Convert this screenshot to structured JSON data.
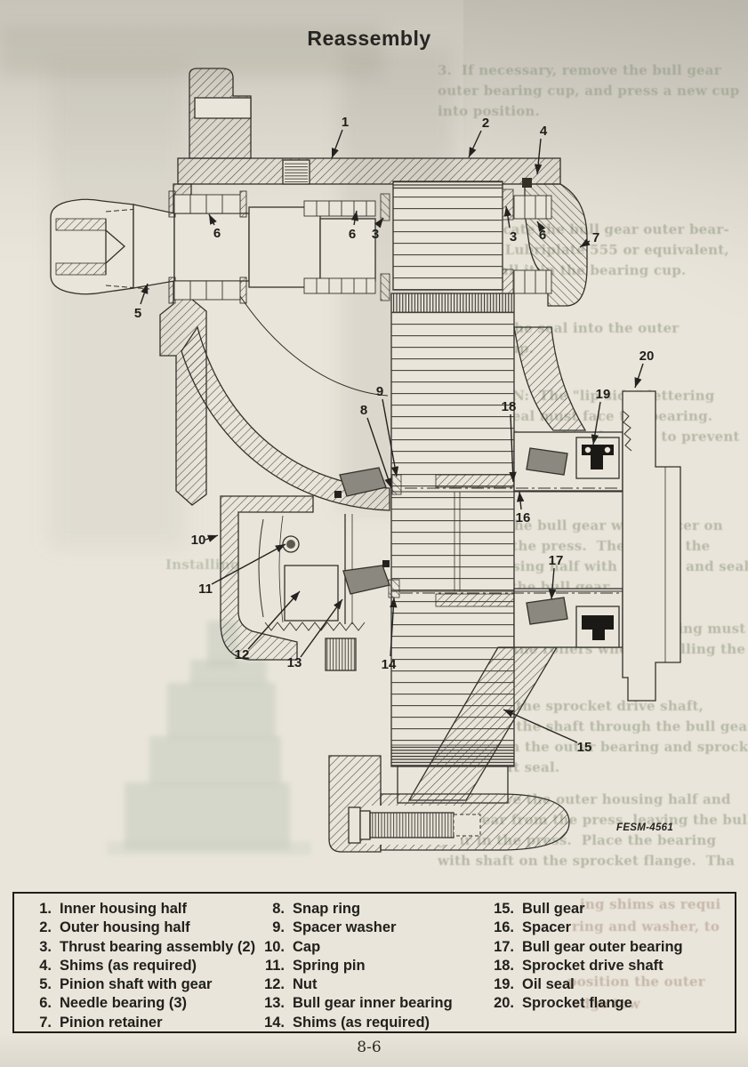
{
  "page": {
    "title": "Reassembly",
    "page_number": "8-6",
    "figure_code": "FESM-4561"
  },
  "legend": {
    "columns": [
      {
        "items": [
          {
            "num": "1.",
            "label": "Inner housing half"
          },
          {
            "num": "2.",
            "label": "Outer housing half"
          },
          {
            "num": "3.",
            "label": "Thrust bearing assembly (2)"
          },
          {
            "num": "4.",
            "label": "Shims (as required)"
          },
          {
            "num": "5.",
            "label": "Pinion shaft with gear"
          },
          {
            "num": "6.",
            "label": "Needle bearing (3)"
          },
          {
            "num": "7.",
            "label": "Pinion retainer"
          }
        ]
      },
      {
        "items": [
          {
            "num": "8.",
            "label": "Snap ring"
          },
          {
            "num": "9.",
            "label": "Spacer washer"
          },
          {
            "num": "10.",
            "label": "Cap"
          },
          {
            "num": "11.",
            "label": "Spring pin"
          },
          {
            "num": "12.",
            "label": "Nut"
          },
          {
            "num": "13.",
            "label": "Bull gear inner bearing"
          },
          {
            "num": "14.",
            "label": "Shims (as required)"
          }
        ]
      },
      {
        "items": [
          {
            "num": "15.",
            "label": "Bull gear"
          },
          {
            "num": "16.",
            "label": "Spacer"
          },
          {
            "num": "17.",
            "label": "Bull gear outer bearing"
          },
          {
            "num": "18.",
            "label": "Sprocket drive shaft"
          },
          {
            "num": "19.",
            "label": "Oil seal"
          },
          {
            "num": "20.",
            "label": "Sprocket flange"
          }
        ]
      }
    ]
  },
  "callouts": [
    {
      "label": "1"
    },
    {
      "label": "2"
    },
    {
      "label": "4"
    },
    {
      "label": "6"
    },
    {
      "label": "6"
    },
    {
      "label": "3"
    },
    {
      "label": "3"
    },
    {
      "label": "6"
    },
    {
      "label": "7"
    },
    {
      "label": "5"
    },
    {
      "label": "20"
    },
    {
      "label": "19"
    },
    {
      "label": "18"
    },
    {
      "label": "9"
    },
    {
      "label": "8"
    },
    {
      "label": "16"
    },
    {
      "label": "17"
    },
    {
      "label": "10"
    },
    {
      "label": "11"
    },
    {
      "label": "12"
    },
    {
      "label": "13"
    },
    {
      "label": "14"
    },
    {
      "label": "15"
    }
  ],
  "ghost": {
    "right": [
      {
        "text": "3.  If necessary, remove the bull gear\nouter bearing cup, and press a new cup\ninto position."
      },
      {
        "text": "5.  Lubricate the bull gear outer bear-\ning with Lubriplate 555 or equivalent,\nand install it in the bearing cup."
      },
      {
        "text": "4.  Press the seal into the outer\nbearing cup."
      },
      {
        "text": "CAUTION:  The \"lip side\" lettering\non the seal must face the bearing.\nCenter the seal in the bore to prevent\nleaking during operation."
      },
      {
        "text": "4.  Place the bull gear with spacer on\nblocks in the press.  Then place the\nouter housing half with bearing and seal\non top of the bull gear."
      },
      {
        "text": "IMPORTANT:  The outer housing must not\ncontact the rollers when installing the bull\ngear."
      },
      {
        "text": "5.  Install the sprocket drive shaft,\nand press the shaft through the bull gear\nto position the outer bearing and sprocket\ndrive shaft seal."
      },
      {
        "text": "6.  Remove the outer housing half and\nbull gear from the press, leaving the bull\ngear in the press.  Place the bearing\nwith shaft on the sprocket flange.  Tha"
      }
    ],
    "fragments": [
      {
        "text": "ing shims as requi"
      },
      {
        "text": "ring and washer, to"
      },
      {
        "text": "position the outer"
      },
      {
        "text": "edge tow"
      },
      {
        "text": "Installing"
      }
    ]
  }
}
